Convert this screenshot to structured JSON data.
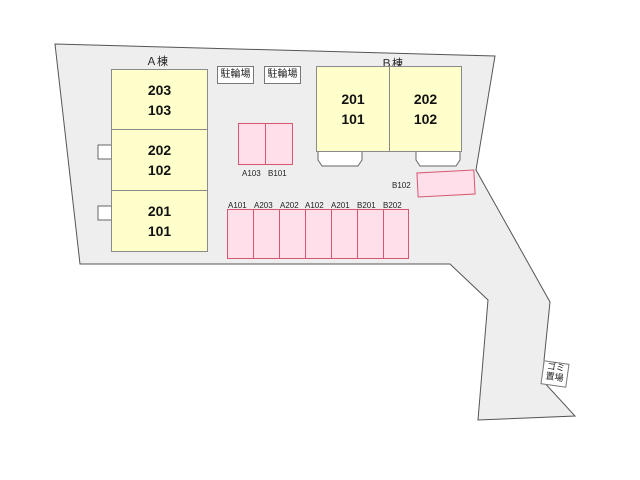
{
  "buildings": {
    "a": {
      "name": "Ａ棟",
      "units": [
        {
          "upper": "203",
          "lower": "103"
        },
        {
          "upper": "202",
          "lower": "102"
        },
        {
          "upper": "201",
          "lower": "101"
        }
      ]
    },
    "b": {
      "name": "Ｂ棟",
      "units": [
        {
          "upper": "201",
          "lower": "101"
        },
        {
          "upper": "202",
          "lower": "102"
        }
      ]
    }
  },
  "bicycle_parking": [
    "駐輪場",
    "駐輪場"
  ],
  "parking_labels": {
    "a103": "A103",
    "b101": "B101",
    "b102": "B102",
    "row": [
      "A101",
      "A203",
      "A202",
      "A102",
      "A201",
      "B201",
      "B202"
    ]
  },
  "garbage": {
    "line1": "ゴミ",
    "line2": "置場"
  },
  "colors": {
    "ground": "#eeeeee",
    "building": "#ffffcc",
    "parking_fill": "#ffe0ea",
    "parking_border": "#d6576f"
  }
}
